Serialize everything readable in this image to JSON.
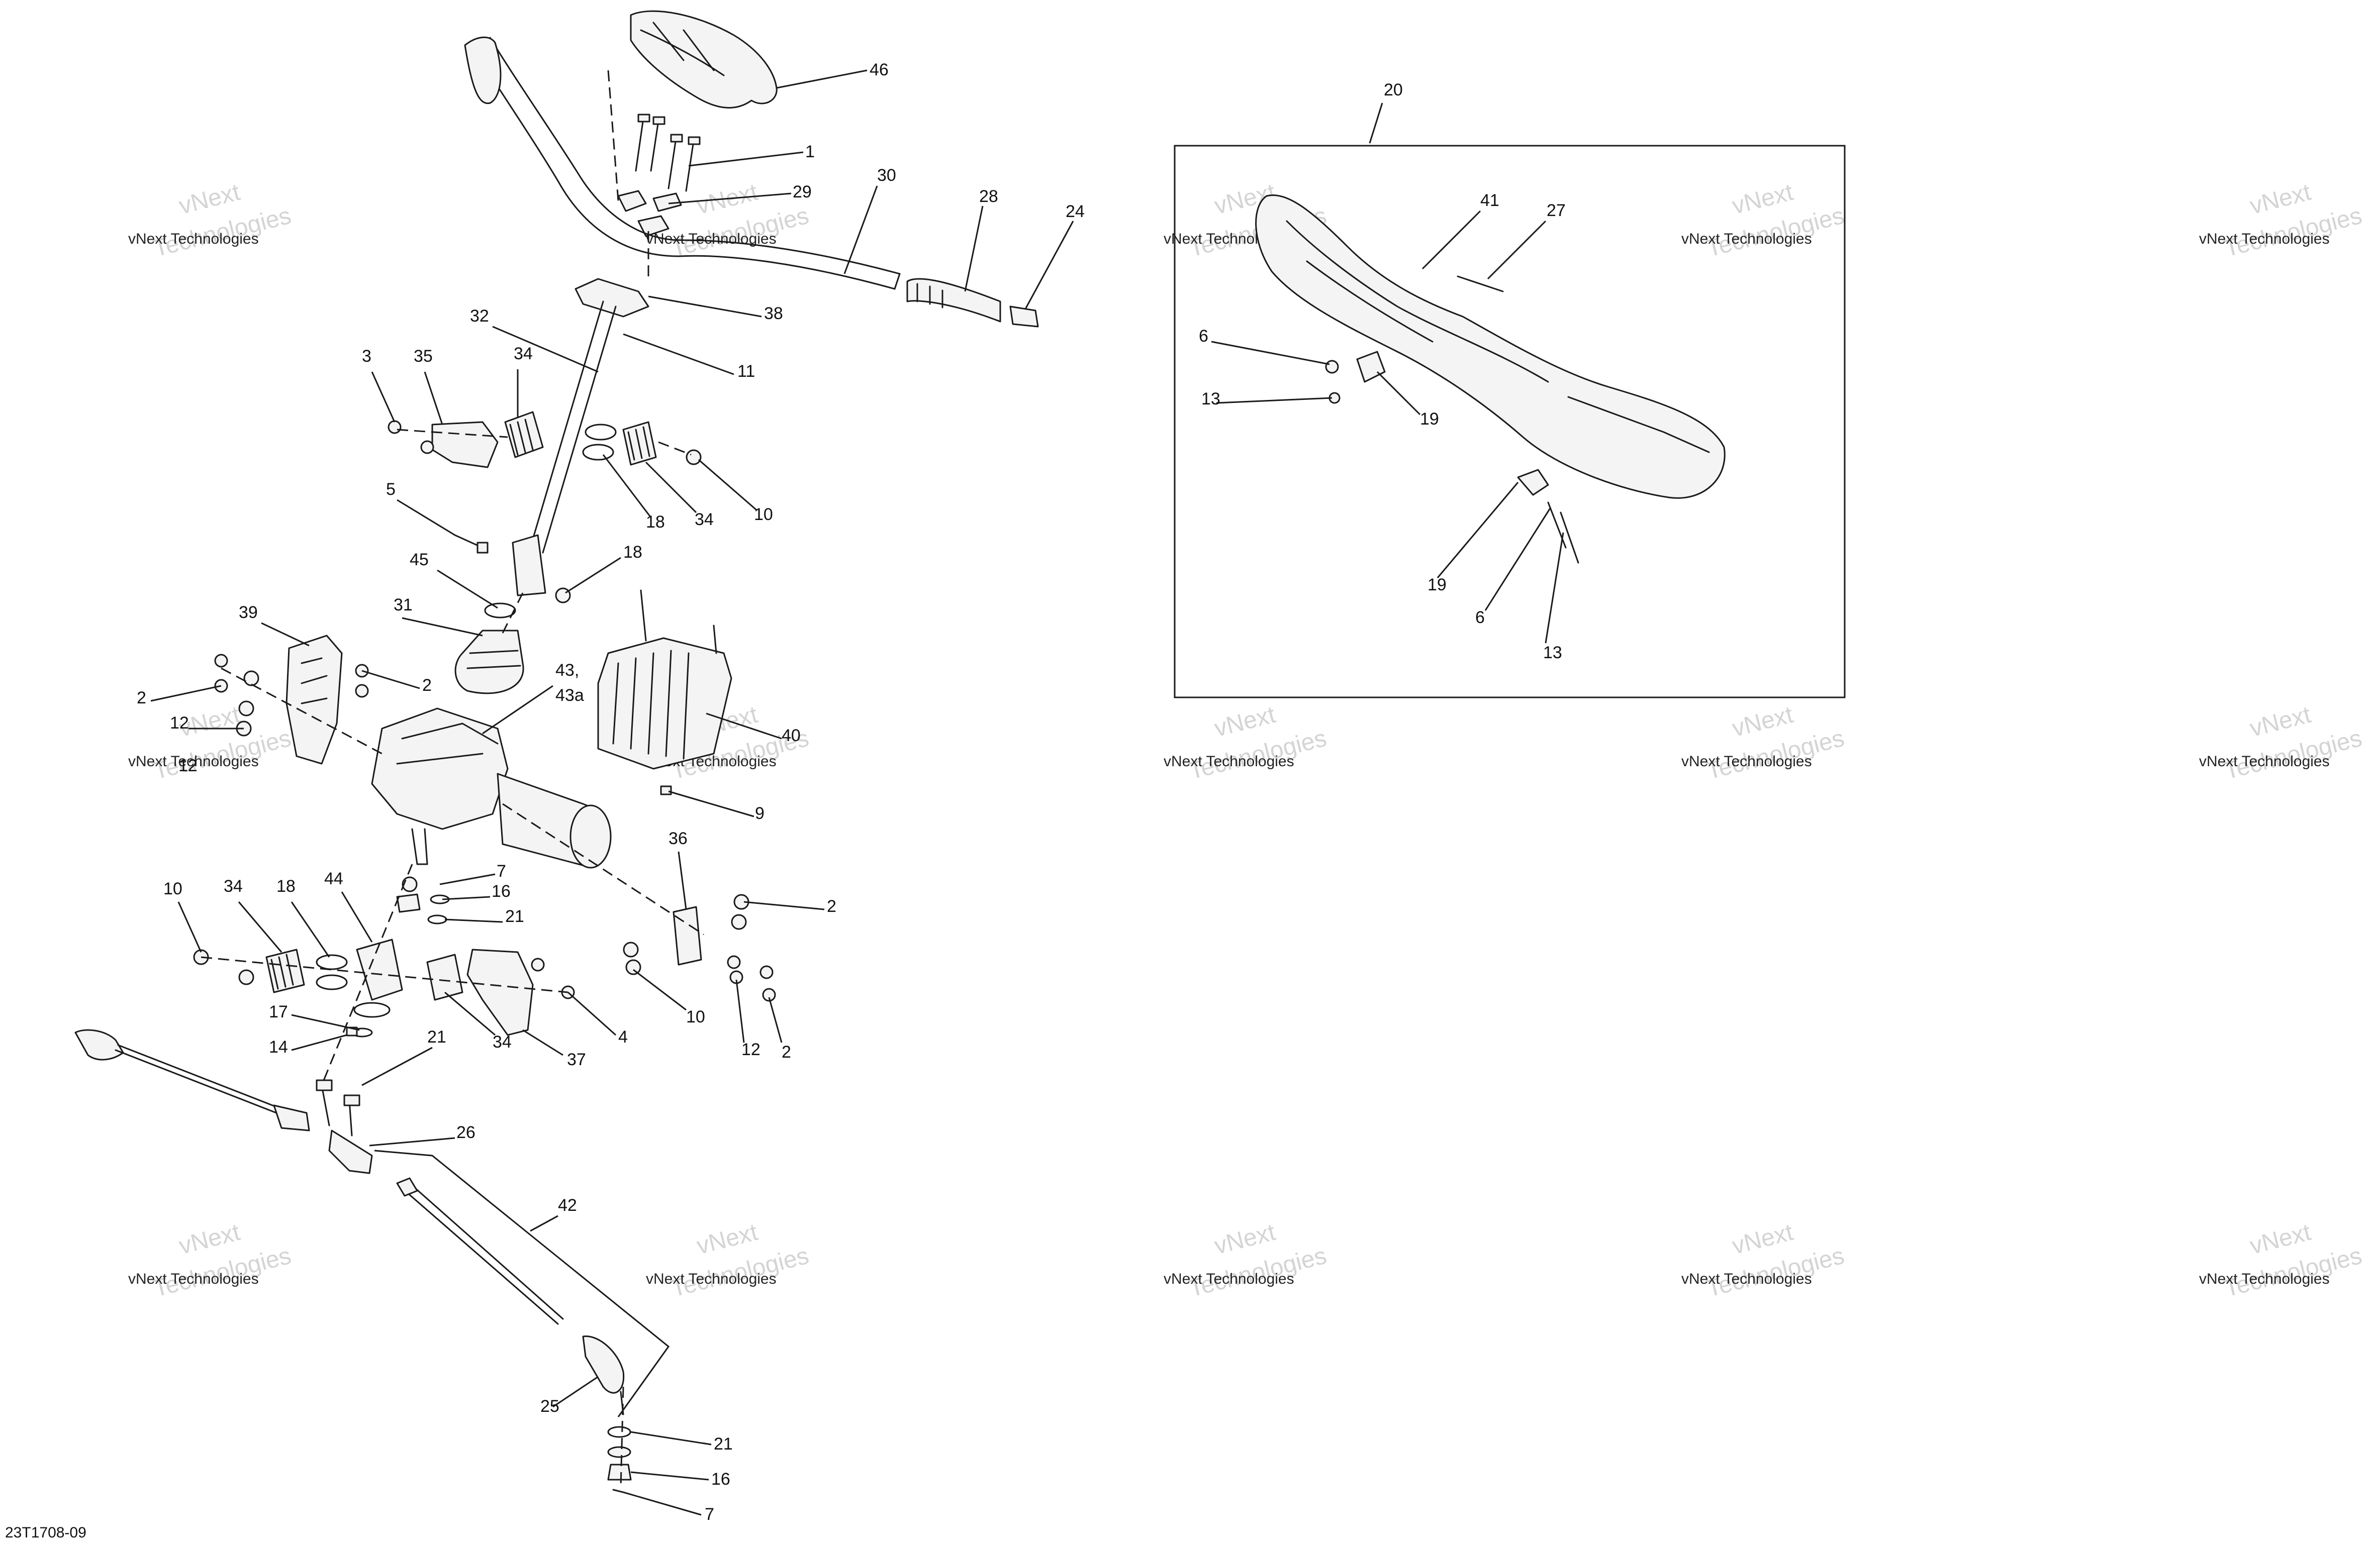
{
  "diagram_code": "23T1708-09",
  "watermark": {
    "line1": "vNext Technologies",
    "line2": "vNext",
    "line3": "Technologies"
  },
  "callouts": [
    {
      "id": "c46",
      "text": "46"
    },
    {
      "id": "c1",
      "text": "1"
    },
    {
      "id": "c29",
      "text": "29"
    },
    {
      "id": "c30",
      "text": "30"
    },
    {
      "id": "c28",
      "text": "28"
    },
    {
      "id": "c24",
      "text": "24"
    },
    {
      "id": "c38",
      "text": "38"
    },
    {
      "id": "c32",
      "text": "32"
    },
    {
      "id": "c11",
      "text": "11"
    },
    {
      "id": "c3",
      "text": "3"
    },
    {
      "id": "c35",
      "text": "35"
    },
    {
      "id": "c34a",
      "text": "34"
    },
    {
      "id": "c5",
      "text": "5"
    },
    {
      "id": "c18a",
      "text": "18"
    },
    {
      "id": "c34b",
      "text": "34"
    },
    {
      "id": "c10a",
      "text": "10"
    },
    {
      "id": "c45",
      "text": "45"
    },
    {
      "id": "c18b",
      "text": "18"
    },
    {
      "id": "c39",
      "text": "39"
    },
    {
      "id": "c31",
      "text": "31"
    },
    {
      "id": "c2a",
      "text": "2"
    },
    {
      "id": "c2b",
      "text": "2"
    },
    {
      "id": "c12a",
      "text": "12"
    },
    {
      "id": "c43",
      "text": "43,"
    },
    {
      "id": "c43a",
      "text": "43a"
    },
    {
      "id": "c40",
      "text": "40"
    },
    {
      "id": "c9",
      "text": "9"
    },
    {
      "id": "c36",
      "text": "36"
    },
    {
      "id": "c7a",
      "text": "7"
    },
    {
      "id": "c16a",
      "text": "16"
    },
    {
      "id": "c21a",
      "text": "21"
    },
    {
      "id": "c2c",
      "text": "2"
    },
    {
      "id": "c10b",
      "text": "10"
    },
    {
      "id": "c34c",
      "text": "34"
    },
    {
      "id": "c18c",
      "text": "18"
    },
    {
      "id": "c44",
      "text": "44"
    },
    {
      "id": "c17",
      "text": "17"
    },
    {
      "id": "c14",
      "text": "14"
    },
    {
      "id": "c34d",
      "text": "34"
    },
    {
      "id": "c37",
      "text": "37"
    },
    {
      "id": "c4",
      "text": "4"
    },
    {
      "id": "c10c",
      "text": "10"
    },
    {
      "id": "c12b",
      "text": "12"
    },
    {
      "id": "c2d",
      "text": "2"
    },
    {
      "id": "c21b",
      "text": "21"
    },
    {
      "id": "c26",
      "text": "26"
    },
    {
      "id": "c42",
      "text": "42"
    },
    {
      "id": "c25",
      "text": "25"
    },
    {
      "id": "c21c",
      "text": "21"
    },
    {
      "id": "c16b",
      "text": "16"
    },
    {
      "id": "c7b",
      "text": "7"
    },
    {
      "id": "c20",
      "text": "20"
    },
    {
      "id": "c41",
      "text": "41"
    },
    {
      "id": "c27",
      "text": "27"
    },
    {
      "id": "c6a",
      "text": "6"
    },
    {
      "id": "c13a",
      "text": "13"
    },
    {
      "id": "c19a",
      "text": "19"
    },
    {
      "id": "c19b",
      "text": "19"
    },
    {
      "id": "c6b",
      "text": "6"
    },
    {
      "id": "c13b",
      "text": "13"
    },
    {
      "id": "c12c",
      "text": "12"
    }
  ]
}
